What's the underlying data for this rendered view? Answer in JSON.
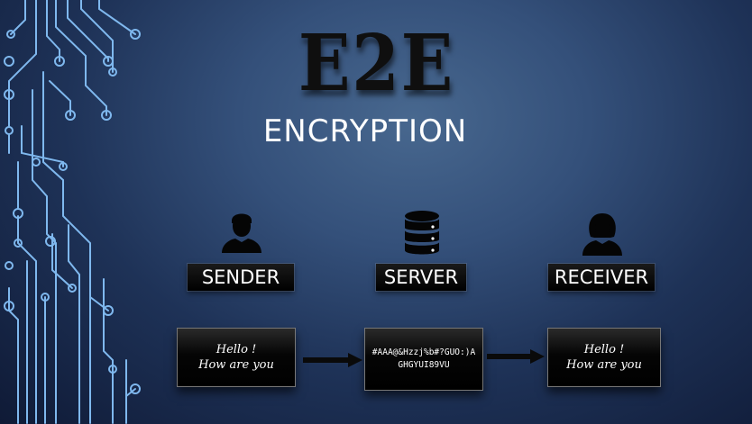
{
  "title": "E2E",
  "subtitle": "ENCRYPTION",
  "nodes": [
    {
      "label": "SENDER",
      "icon": "person-icon"
    },
    {
      "label": "SERVER",
      "icon": "database-icon"
    },
    {
      "label": "RECEIVER",
      "icon": "woman-icon"
    }
  ],
  "messages": {
    "sender": {
      "line1": "Hello !",
      "line2": "How are you"
    },
    "server": {
      "line1": "#AAA@&Hzzj%b#?GUO:)A",
      "line2": "GHGYUI89VU"
    },
    "receiver": {
      "line1": "Hello !",
      "line2": "How are you"
    }
  },
  "colors": {
    "background": "#34507a",
    "circuit": "#7fb8ee",
    "box": "#000000",
    "text": "#ffffff"
  }
}
